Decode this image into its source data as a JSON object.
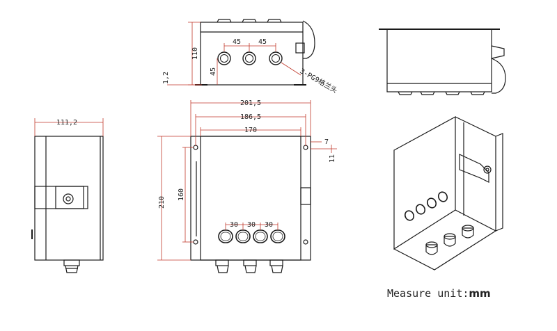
{
  "drawing": {
    "dimensions": {
      "top_height": "110",
      "top_gap": "1,2",
      "top_spacing_a": "45",
      "top_spacing_b": "45",
      "top_offset": "45",
      "gland_note": "3-PG9格兰头",
      "side_width": "111,2",
      "overall_width": "201,5",
      "mount_width": "186,5",
      "body_width": "170",
      "tab_width": "7",
      "tab_height": "11",
      "overall_height": "210",
      "mount_height": "160",
      "hole_spacing_1": "30",
      "hole_spacing_2": "30",
      "hole_spacing_3": "30"
    },
    "unit_text": "Measure unit:",
    "unit_value": "mm",
    "colors": {
      "line": "#1a1a1a",
      "dimension": "#c0392b",
      "box_fill": "#ffffff"
    }
  }
}
